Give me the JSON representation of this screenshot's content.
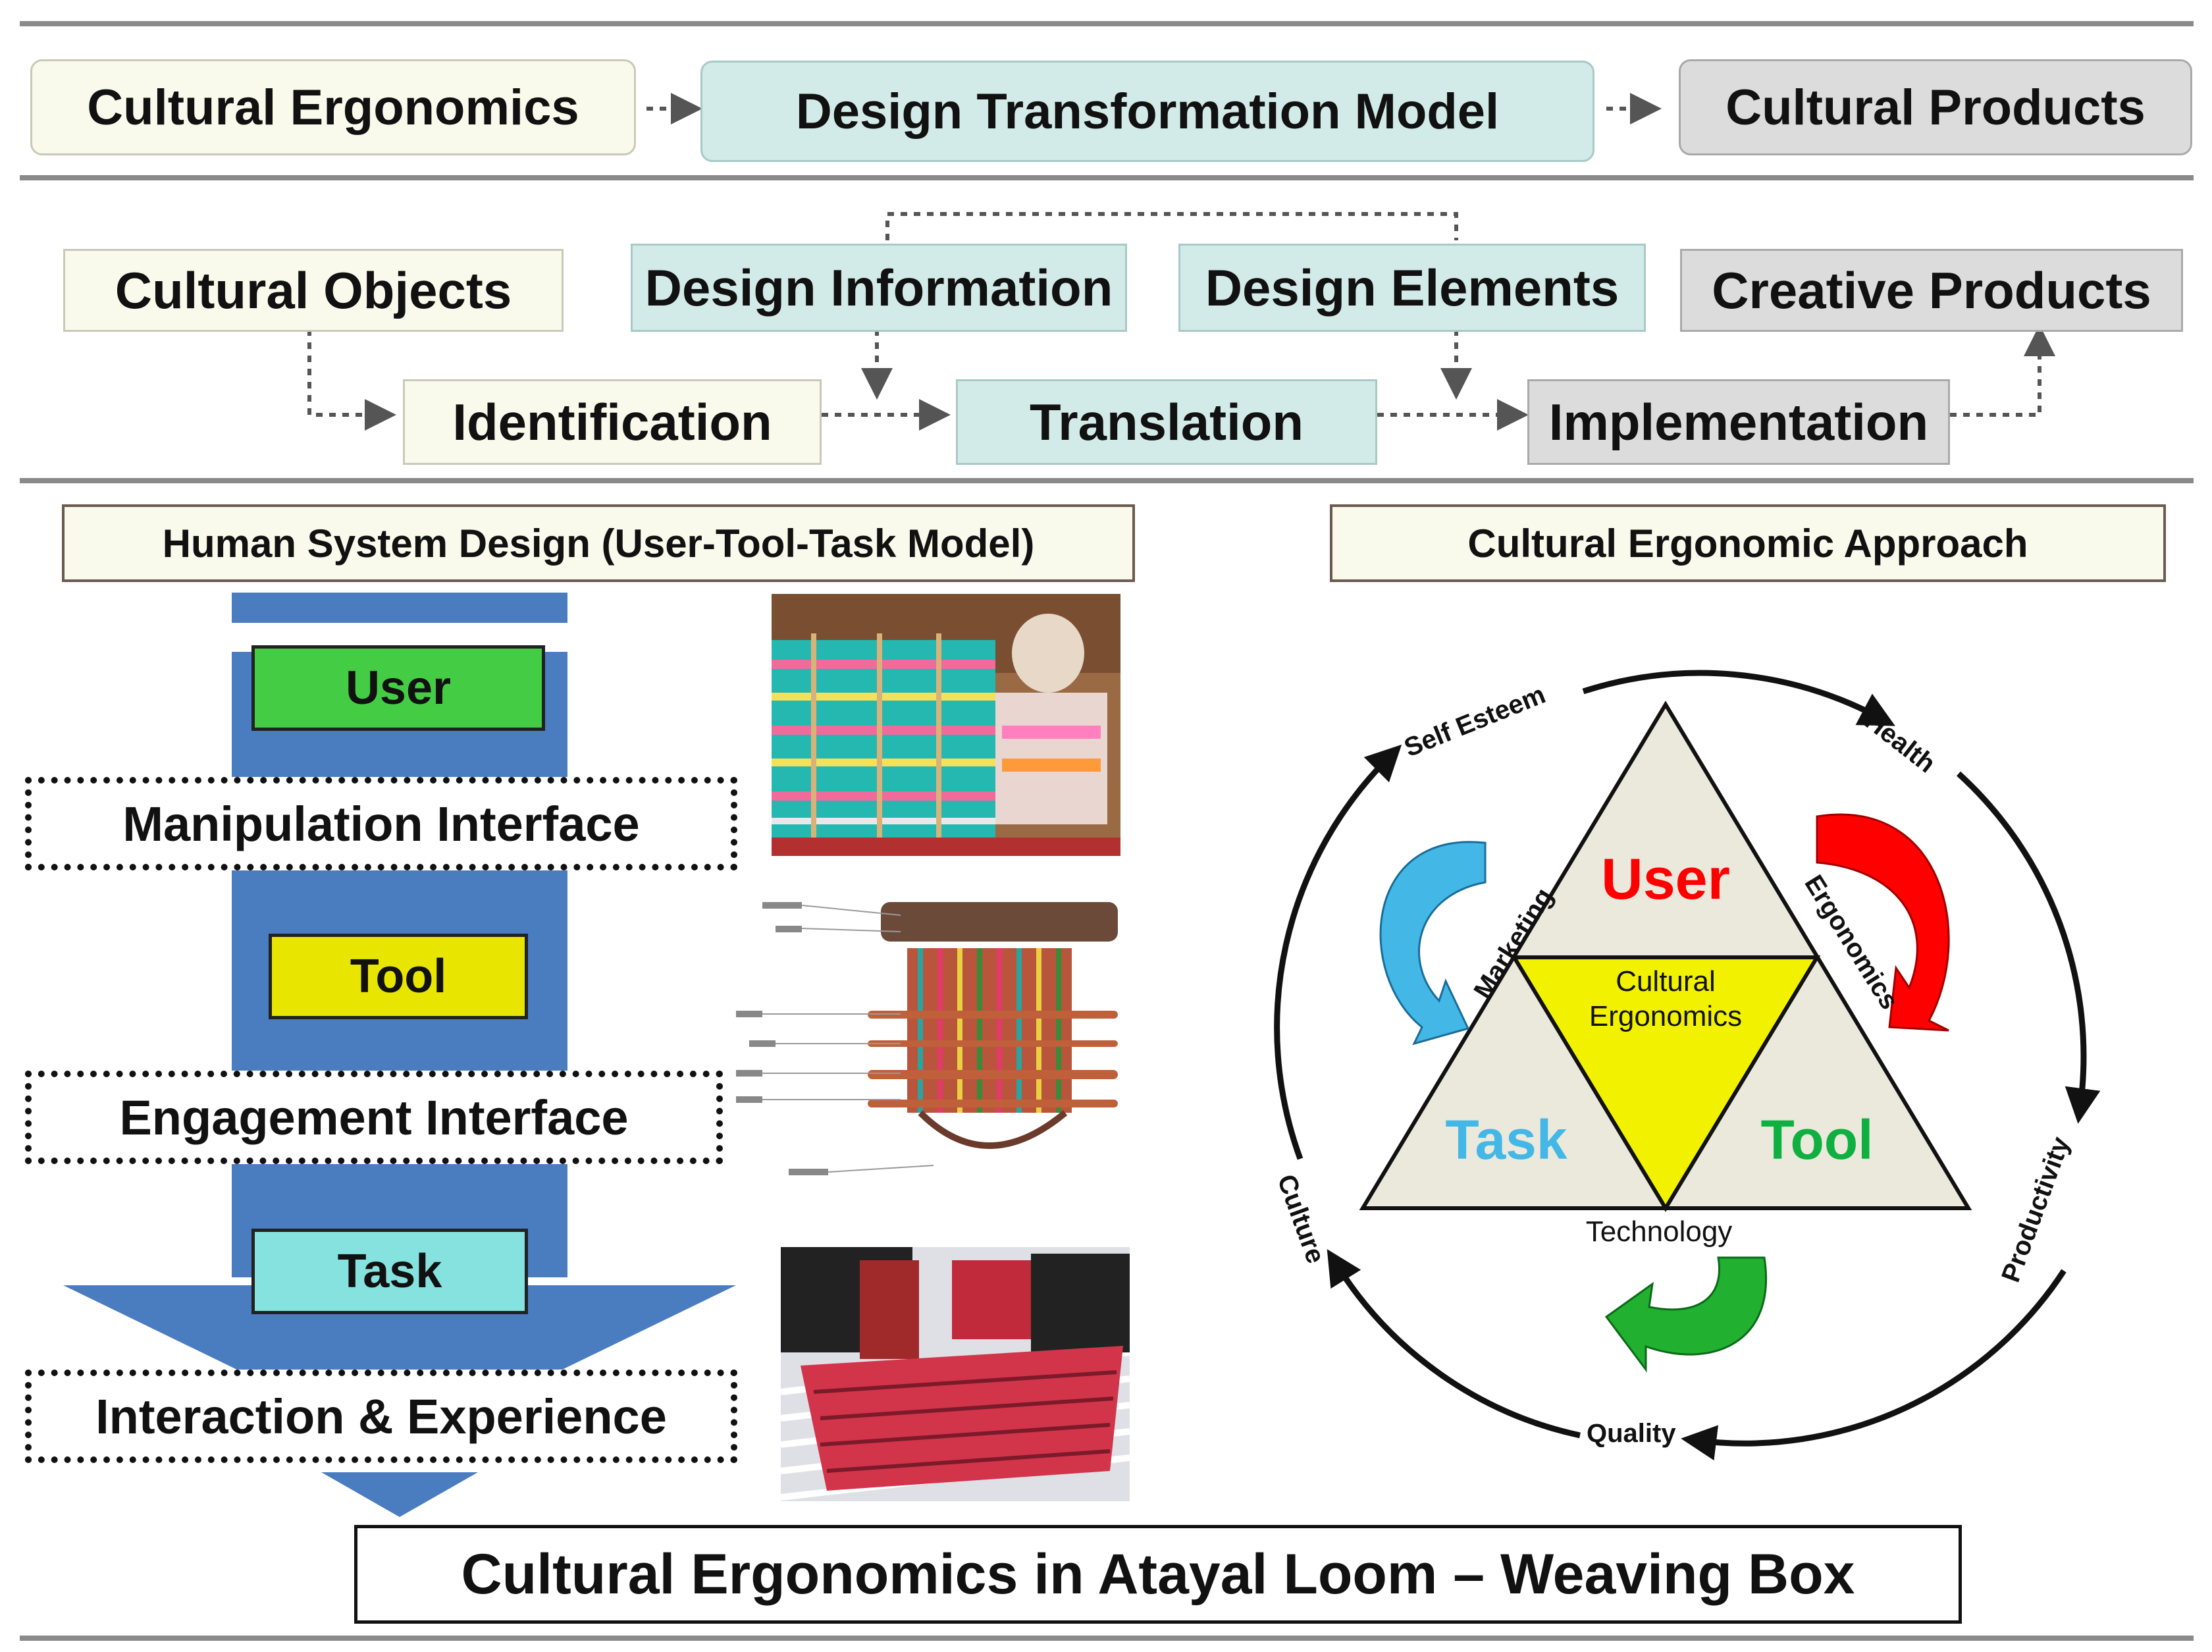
{
  "top_row": {
    "cultural_ergonomics": "Cultural Ergonomics",
    "design_transformation_model": "Design Transformation Model",
    "cultural_products": "Cultural Products"
  },
  "process": {
    "cultural_objects": "Cultural Objects",
    "design_information": "Design Information",
    "design_elements": "Design Elements",
    "creative_products": "Creative Products",
    "identification": "Identification",
    "translation": "Translation",
    "implementation": "Implementation"
  },
  "left_panel": {
    "header": "Human System Design (User-Tool-Task Model)",
    "user": "User",
    "manipulation_interface": "Manipulation Interface",
    "tool": "Tool",
    "engagement_interface": "Engagement Interface",
    "task": "Task",
    "interaction_experience": "Interaction & Experience"
  },
  "right_panel": {
    "header": "Cultural Ergonomic Approach",
    "triangle": {
      "user": "User",
      "cultural": "Cultural",
      "ergonomics_center": "Ergonomics",
      "task": "Task",
      "tool": "Tool"
    },
    "side_labels": {
      "marketing": "Marketing",
      "ergonomics": "Ergonomics",
      "technology": "Technology"
    },
    "cycle": {
      "self_esteem": "Self Esteem",
      "health": "Health",
      "productivity": "Productivity",
      "quality": "Quality",
      "culture": "Culture"
    }
  },
  "footer": "Cultural Ergonomics in Atayal Loom – Weaving Box",
  "colors": {
    "user_box": "#44cc44",
    "tool_box": "#e8e600",
    "task_box": "#86e2de",
    "arrow_blue": "#4a7cc0",
    "user_red": "#ff0000",
    "task_blue": "#43b7e6",
    "tool_green": "#10b040",
    "center_yellow": "#f2f200"
  }
}
